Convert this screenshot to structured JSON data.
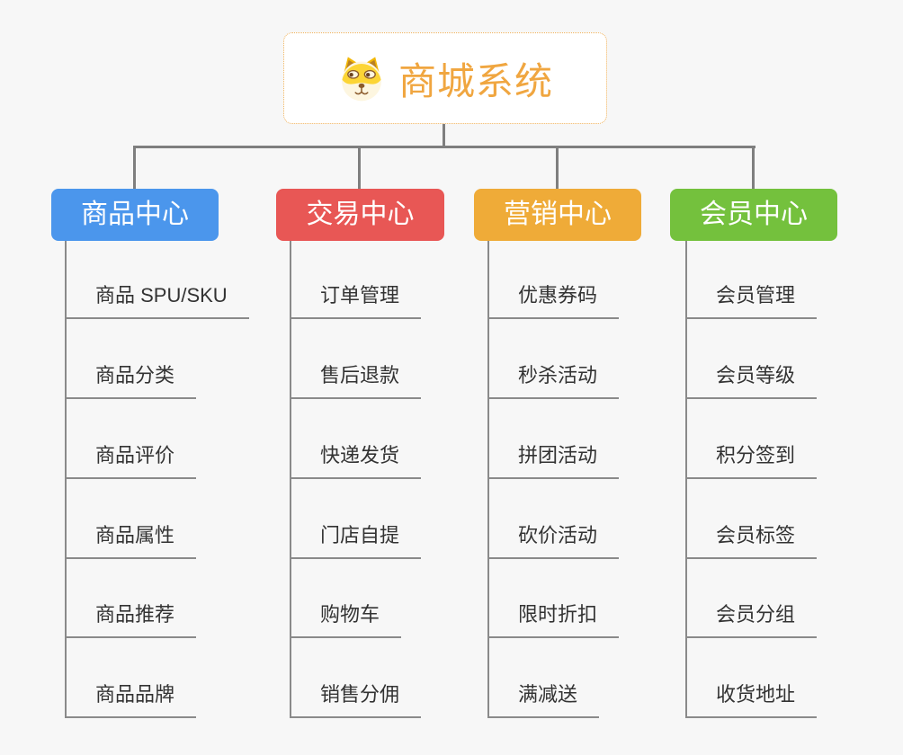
{
  "root": {
    "label": "商城系统",
    "icon": "dog-face-icon"
  },
  "branches": [
    {
      "label": "商品中心",
      "color": "#4b96ec",
      "children": [
        "商品 SPU/SKU",
        "商品分类",
        "商品评价",
        "商品属性",
        "商品推荐",
        "商品品牌"
      ]
    },
    {
      "label": "交易中心",
      "color": "#e85755",
      "children": [
        "订单管理",
        "售后退款",
        "快递发货",
        "门店自提",
        "购物车",
        "销售分佣"
      ]
    },
    {
      "label": "营销中心",
      "color": "#efab38",
      "children": [
        "优惠券码",
        "秒杀活动",
        "拼团活动",
        "砍价活动",
        "限时折扣",
        "满减送"
      ]
    },
    {
      "label": "会员中心",
      "color": "#74c13d",
      "children": [
        "会员管理",
        "会员等级",
        "积分签到",
        "会员标签",
        "会员分组",
        "收货地址"
      ]
    }
  ],
  "colors": {
    "background": "#f7f7f7",
    "connector": "#7f7f7f",
    "child_line": "#8a8a8a",
    "root_text": "#f0a640",
    "root_border": "#f0b25c",
    "branch_text": "#ffffff",
    "child_text": "#333333"
  }
}
